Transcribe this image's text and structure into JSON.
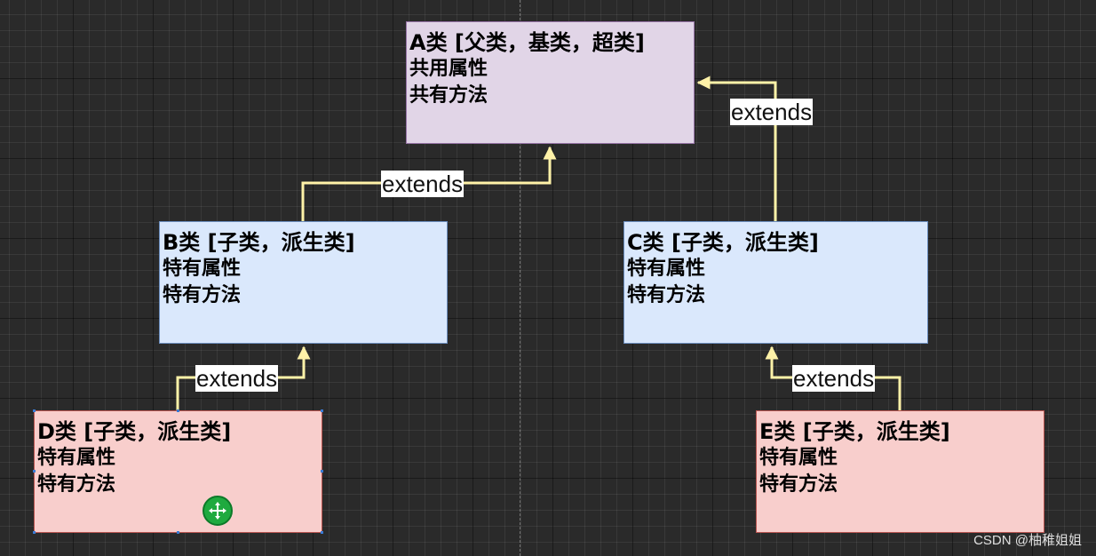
{
  "colors": {
    "background": "#2a2a2a",
    "connector": "#fff2a8",
    "parent_fill": "#e1d5e7",
    "middle_fill": "#dae8fc",
    "child_fill": "#f8cecc",
    "handle": "#1faa3f"
  },
  "classes": {
    "a": {
      "title": "A类 [父类，基类，超类]",
      "attr": "共用属性",
      "method": "共有方法"
    },
    "b": {
      "title": "B类 [子类，派生类]",
      "attr": "特有属性",
      "method": "特有方法"
    },
    "c": {
      "title": "C类 [子类，派生类]",
      "attr": "特有属性",
      "method": "特有方法"
    },
    "d": {
      "title": "D类 [子类，派生类]",
      "attr": "特有属性",
      "method": "特有方法"
    },
    "e": {
      "title": "E类 [子类，派生类]",
      "attr": "特有属性",
      "method": "特有方法"
    }
  },
  "relations": [
    {
      "from": "B",
      "to": "A",
      "label": "extends"
    },
    {
      "from": "C",
      "to": "A",
      "label": "extends"
    },
    {
      "from": "D",
      "to": "B",
      "label": "extends"
    },
    {
      "from": "E",
      "to": "C",
      "label": "extends"
    }
  ],
  "icons": {
    "move_handle": "move-arrows-icon"
  },
  "watermark": "CSDN @柚稚姐姐"
}
